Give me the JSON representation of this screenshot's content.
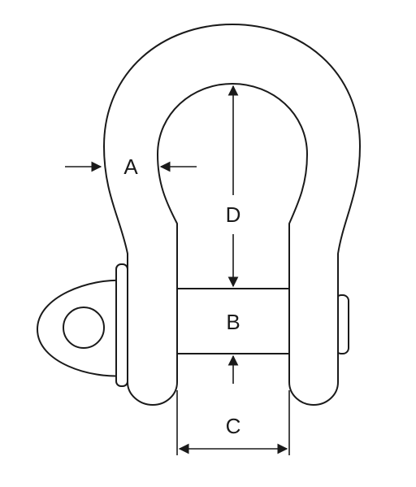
{
  "diagram": {
    "labels": {
      "a": "A",
      "b": "B",
      "c": "C",
      "d": "D"
    },
    "colors": {
      "outline": "#1a1a1a",
      "fill": "#ffffff",
      "background": "#ffffff"
    }
  }
}
